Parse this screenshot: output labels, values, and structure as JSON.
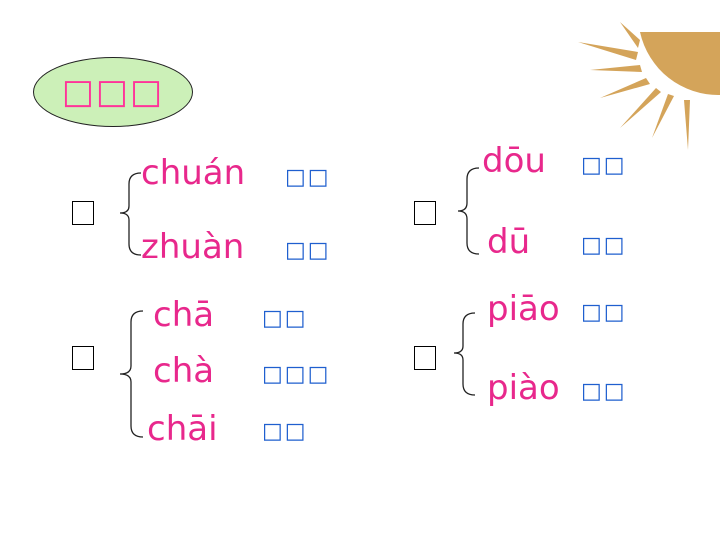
{
  "title": "□□□",
  "colors": {
    "title_fill": "#ccf0b8",
    "pinyin": "#e8288c",
    "word": "#1f5fcf",
    "sun": "#d4a45a"
  },
  "groups": [
    {
      "character": "□",
      "readings": [
        {
          "pinyin": "chuán",
          "word": "□□"
        },
        {
          "pinyin": "zhuàn",
          "word": "□□"
        }
      ]
    },
    {
      "character": "□",
      "readings": [
        {
          "pinyin": "dōu",
          "word": "□□"
        },
        {
          "pinyin": "dū",
          "word": "□□"
        }
      ]
    },
    {
      "character": "□",
      "readings": [
        {
          "pinyin": "chā",
          "word": "□□"
        },
        {
          "pinyin": "chà",
          "word": "□□□"
        },
        {
          "pinyin": "chāi",
          "word": "□□"
        }
      ]
    },
    {
      "character": "□",
      "readings": [
        {
          "pinyin": "piāo",
          "word": "□□"
        },
        {
          "pinyin": "piào",
          "word": "□□"
        }
      ]
    }
  ]
}
